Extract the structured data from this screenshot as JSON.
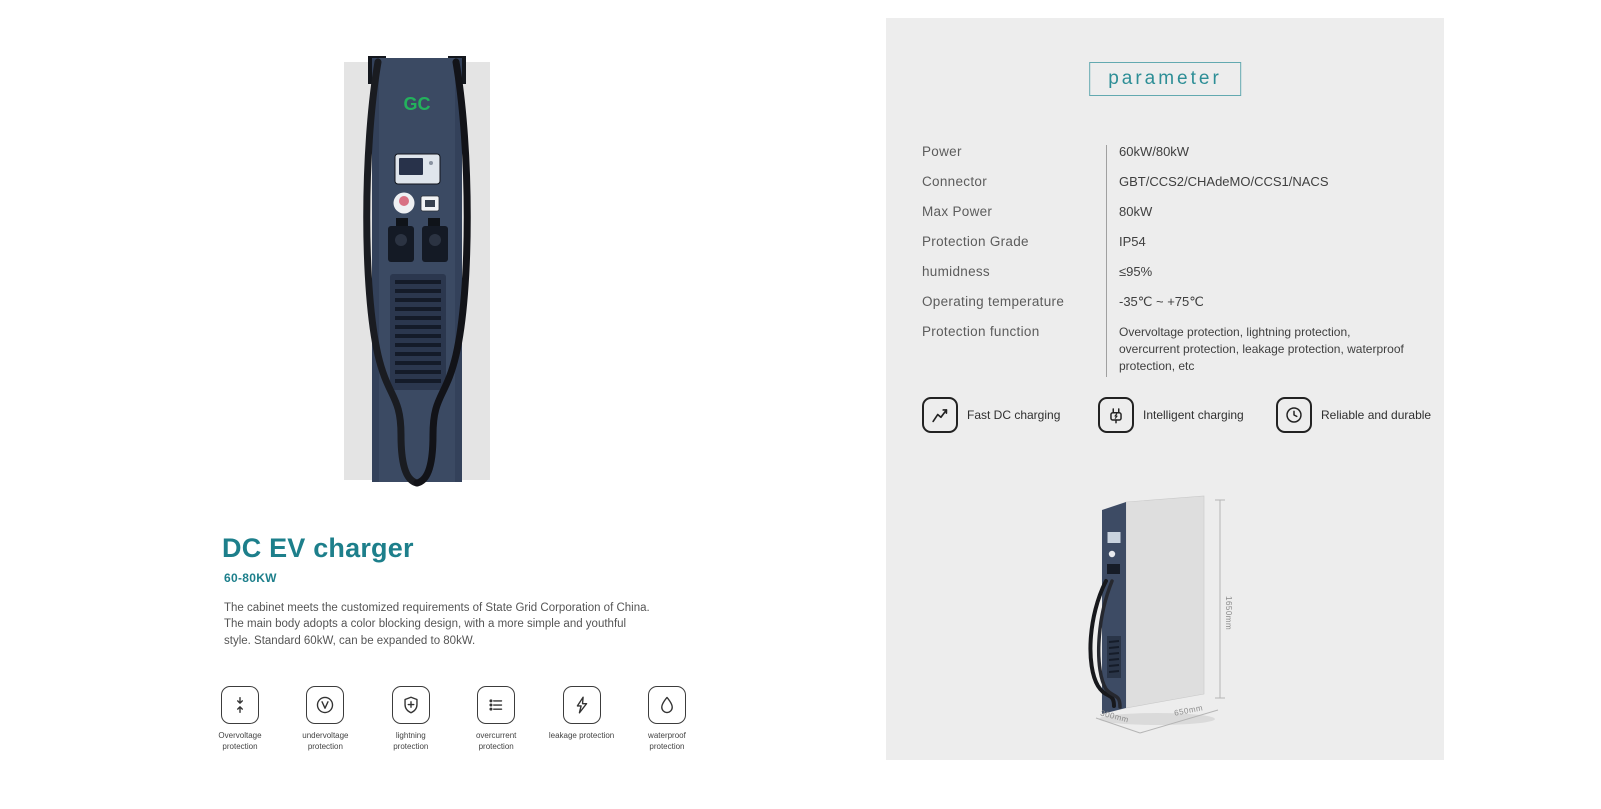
{
  "colors": {
    "accent_teal": "#1d7f8b",
    "parameter_teal": "#2d8e96",
    "navy": "#3b4a63",
    "panel_gray": "#ededed",
    "logo_green": "#23b25c"
  },
  "logo": "GC",
  "left": {
    "title": "DC EV charger",
    "subtitle": "60-80KW",
    "description": "The cabinet meets the customized requirements of State Grid Corporation of China. The main body adopts a color blocking design, with a more simple and youthful style. Standard 60kW, can be expanded to 80kW.",
    "features": [
      {
        "icon": "overvoltage-icon",
        "label": "Overvoltage protection"
      },
      {
        "icon": "undervoltage-icon",
        "label": "undervoltage protection"
      },
      {
        "icon": "lightning-shield-icon",
        "label": "lightning protection"
      },
      {
        "icon": "overcurrent-icon",
        "label": "overcurrent protection"
      },
      {
        "icon": "leakage-bolt-icon",
        "label": "leakage protection"
      },
      {
        "icon": "waterproof-drop-icon",
        "label": "waterproof protection"
      }
    ]
  },
  "right": {
    "section_title": "parameter",
    "specs": [
      {
        "label": "Power",
        "value": "60kW/80kW"
      },
      {
        "label": "Connector",
        "value": "GBT/CCS2/CHAdeMO/CCS1/NACS"
      },
      {
        "label": "Max Power",
        "value": "80kW"
      },
      {
        "label": "Protection Grade",
        "value": "IP54"
      },
      {
        "label": "humidness",
        "value": "≤95%"
      },
      {
        "label": "Operating temperature",
        "value": "-35℃ ~ +75℃"
      },
      {
        "label": "Protection function",
        "value": "Overvoltage protection, lightning protection, overcurrent protection, leakage protection, waterproof protection, etc"
      }
    ],
    "highlights": [
      {
        "icon": "line-chart-icon",
        "label": "Fast DC charging"
      },
      {
        "icon": "plug-bolt-icon",
        "label": "Intelligent charging"
      },
      {
        "icon": "clock-icon",
        "label": "Reliable and durable"
      }
    ],
    "dimensions": {
      "height": "1650mm",
      "depth": "300mm",
      "width": "650mm"
    }
  }
}
